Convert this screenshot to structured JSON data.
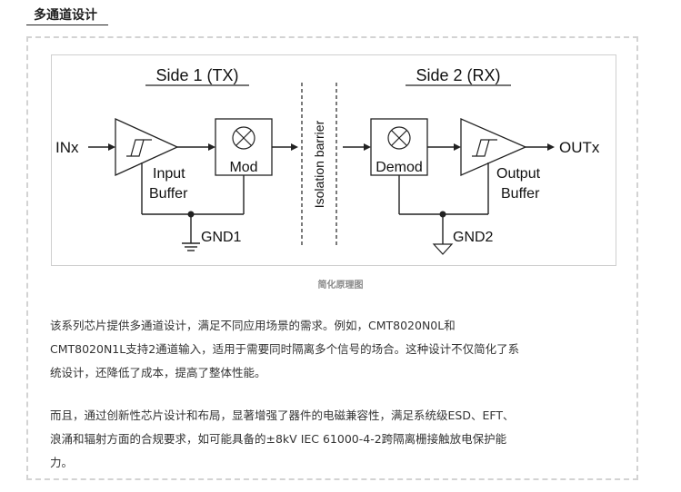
{
  "heading": "多通道设计",
  "diagram": {
    "side1_title": "Side 1 (TX)",
    "side2_title": "Side 2 (RX)",
    "input_label": "INx",
    "output_label": "OUTx",
    "input_buffer_line1": "Input",
    "input_buffer_line2": "Buffer",
    "mod_label": "Mod",
    "demod_label": "Demod",
    "output_buffer_line1": "Output",
    "output_buffer_line2": "Buffer",
    "isolation_label": "Isolation barrier",
    "gnd1_label": "GND1",
    "gnd2_label": "GND2"
  },
  "caption": "简化原理图",
  "paragraph1": [
    "该系列芯片提供多通道设计，满足不同应用场景的需求。例如，CMT8020N0L和",
    "CMT8020N1L支持2通道输入，适用于需要同时隔离多个信号的场合。这种设计不仅简化了系",
    "统设计，还降低了成本，提高了整体性能。"
  ],
  "paragraph2": [
    "而且，通过创新性芯片设计和布局，显著增强了器件的电磁兼容性，满足系统级ESD、EFT、",
    "浪涌和辐射方面的合规要求，如可能具备的±8kV IEC 61000-4-2跨隔离栅接触放电保护能",
    "力。"
  ]
}
